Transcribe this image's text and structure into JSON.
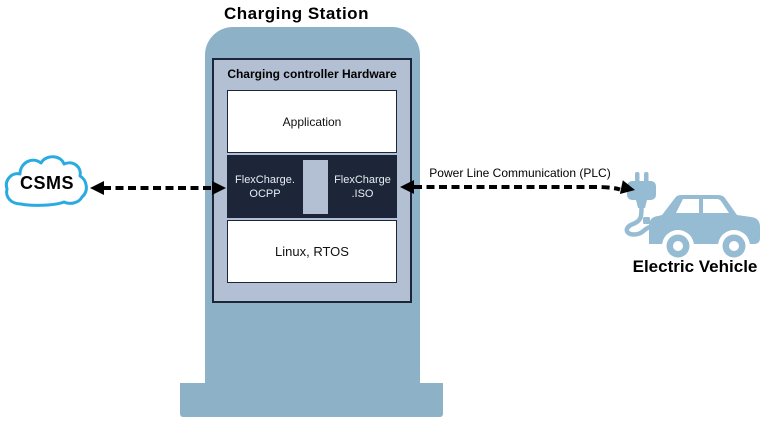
{
  "diagram": {
    "title": "Charging Station",
    "cloud": {
      "label": "CSMS"
    },
    "controller": {
      "title": "Charging controller Hardware",
      "application_label": "Application",
      "middleware_ocpp_line1": "FlexCharge.",
      "middleware_ocpp_line2": "OCPP",
      "middleware_iso_line1": "FlexCharge",
      "middleware_iso_line2": ".ISO",
      "os_label": "Linux, RTOS"
    },
    "plc_label": "Power Line Communication (PLC)",
    "ev": {
      "label": "Electric Vehicle"
    },
    "colors": {
      "station": "#8db2c8",
      "panel": "#b3bfd2",
      "dark": "#1c2638",
      "cloud_stroke": "#29abe2",
      "vehicle": "#96bcd3",
      "arrow": "#000000"
    }
  }
}
